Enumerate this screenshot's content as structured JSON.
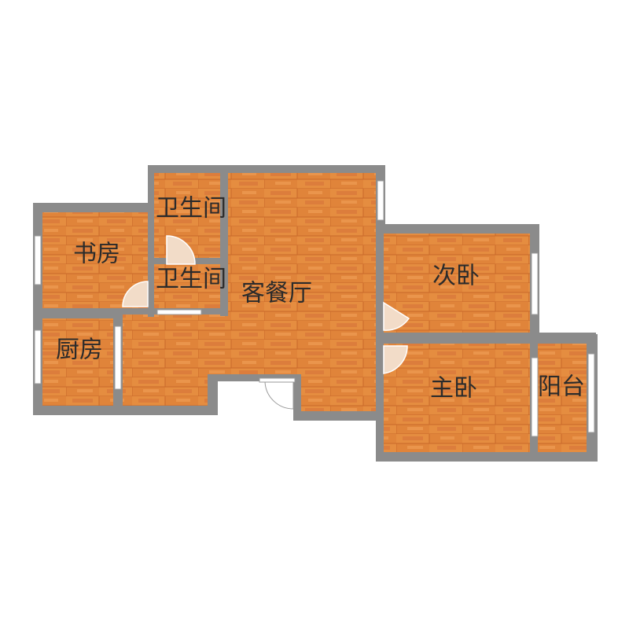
{
  "rooms": {
    "study": "书房",
    "bathroom_upper": "卫生间",
    "bathroom_lower": "卫生间",
    "living_dining": "客餐厅",
    "second_bedroom": "次卧",
    "master_bedroom": "主卧",
    "kitchen": "厨房",
    "balcony": "阳台"
  },
  "colors": {
    "wall": "#8b8b8b",
    "floor": "#e0843a",
    "floor_dark": "#c9692a",
    "floor_light": "#f0a058",
    "window": "#ffffff",
    "door_arc": "#f2dcc8",
    "background": "#ffffff"
  }
}
